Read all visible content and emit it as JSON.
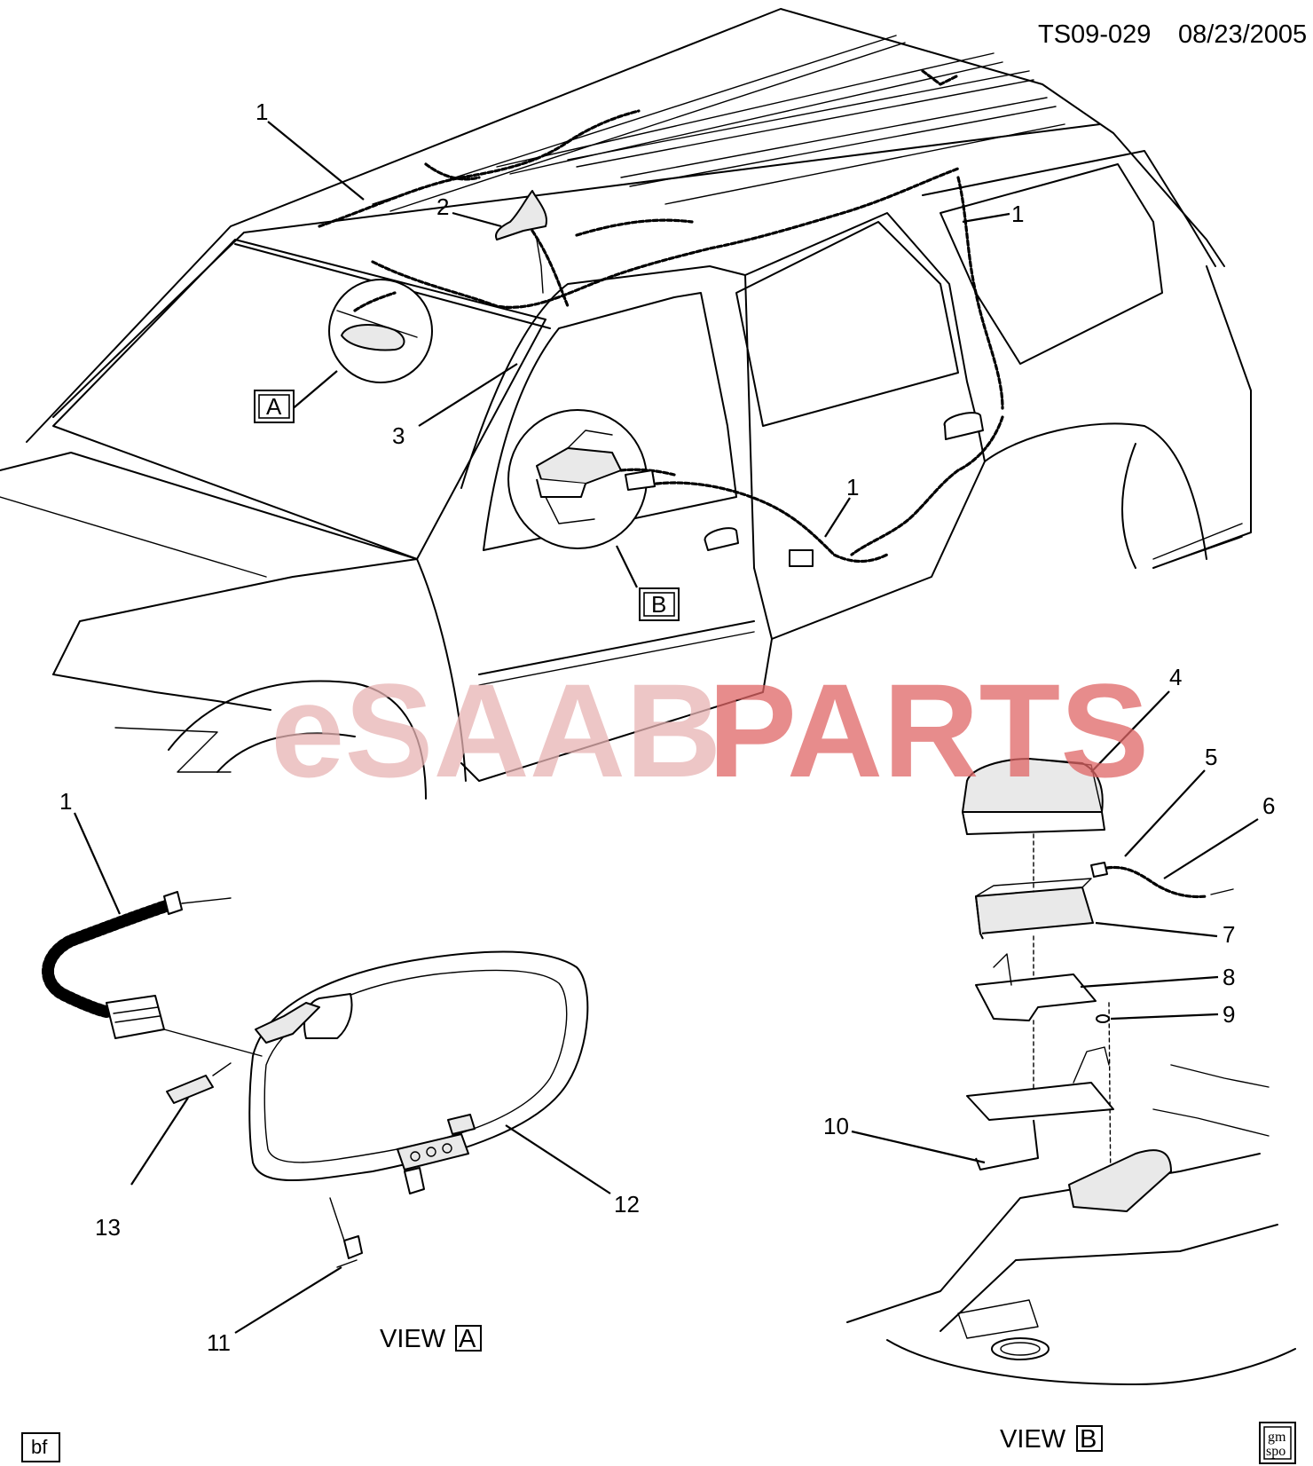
{
  "header": {
    "doc_id": "TS09-029",
    "date": "08/23/2005"
  },
  "watermark": {
    "prefix": "eSAAB",
    "suffix": "PARTS",
    "prefix_color": "#e8b4b4",
    "suffix_color": "#e06666"
  },
  "callouts": {
    "c1_roof": "1",
    "c1_rear": "1",
    "c1_door": "1",
    "c1_cable": "1",
    "c2": "2",
    "c3": "3",
    "c4": "4",
    "c5": "5",
    "c6": "6",
    "c7": "7",
    "c8": "8",
    "c9": "9",
    "c10": "10",
    "c11": "11",
    "c12": "12",
    "c13": "13"
  },
  "detail_boxes": {
    "a": "A",
    "b": "B"
  },
  "views": {
    "view_word": "VIEW",
    "view_a": "A",
    "view_b": "B"
  },
  "footer": {
    "initials": "bf",
    "logo_line1": "gm",
    "logo_line2": "spo"
  }
}
